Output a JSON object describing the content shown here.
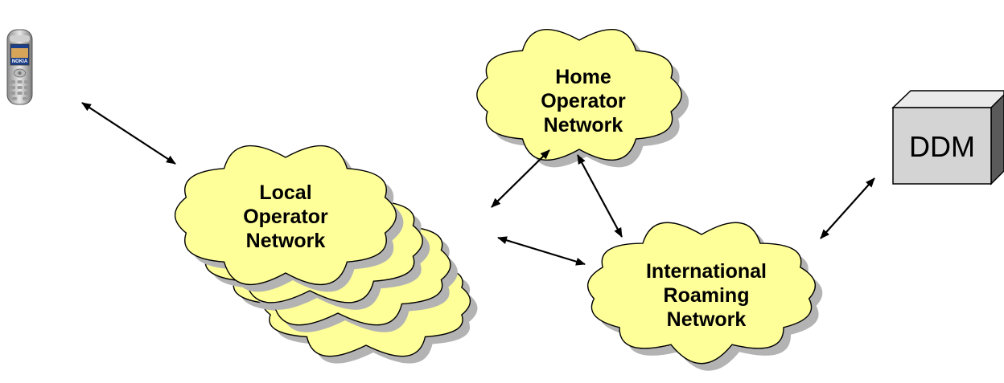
{
  "colors": {
    "cloud_fill": "#ffff99",
    "cloud_stroke": "#000000",
    "shadow": "#b3b3b3",
    "box_front": "#d4d4d4",
    "box_top": "#eaeaea",
    "box_side": "#5a5a5a",
    "arrow": "#000000"
  },
  "nodes": {
    "phone": {
      "brand": "NOKIA",
      "icon": "mobile-phone-icon"
    },
    "local_operator": {
      "label_lines": [
        "Local",
        "Operator",
        "Network"
      ]
    },
    "home_operator": {
      "label_lines": [
        "Home",
        "Operator",
        "Network"
      ]
    },
    "international_roaming": {
      "label_lines": [
        "International",
        "Roaming",
        "Network"
      ]
    },
    "ddm": {
      "label": "DDM"
    }
  },
  "connections": [
    {
      "from": "phone",
      "to": "local_operator",
      "bidirectional": true
    },
    {
      "from": "local_operator",
      "to": "home_operator",
      "bidirectional": true
    },
    {
      "from": "local_operator",
      "to": "international_roaming",
      "bidirectional": true
    },
    {
      "from": "home_operator",
      "to": "international_roaming",
      "bidirectional": true
    },
    {
      "from": "international_roaming",
      "to": "ddm",
      "bidirectional": true
    }
  ]
}
